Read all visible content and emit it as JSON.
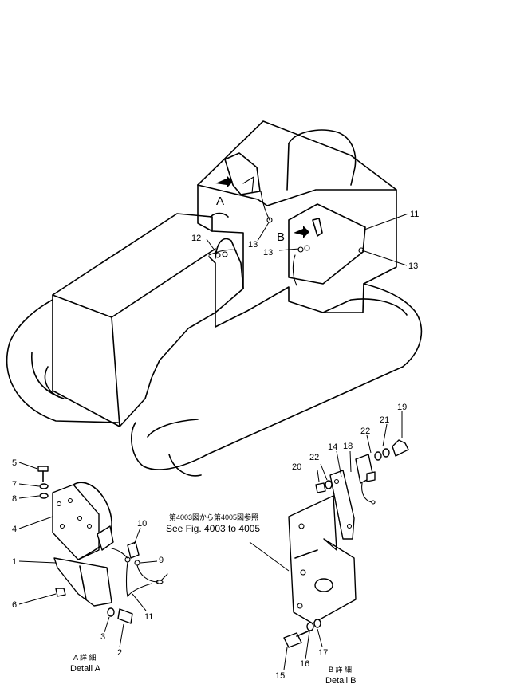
{
  "views": {
    "a_marker": "A",
    "b_marker": "B"
  },
  "callouts": {
    "c1": "1",
    "c2": "2",
    "c3": "3",
    "c4": "4",
    "c5": "5",
    "c6": "6",
    "c7": "7",
    "c8": "8",
    "c9": "9",
    "c10": "10",
    "c11_top": "11",
    "c11_detail": "11",
    "c12": "12",
    "c13_a": "13",
    "c13_b": "13",
    "c13_c": "13",
    "c14": "14",
    "c15": "15",
    "c16": "16",
    "c17": "17",
    "c18": "18",
    "c19": "19",
    "c20": "20",
    "c21": "21",
    "c22_a": "22",
    "c22_b": "22"
  },
  "detail_a": {
    "jp": "A 詳 細",
    "en": "Detail A"
  },
  "detail_b": {
    "jp": "B 詳 細",
    "en": "Detail B"
  },
  "reference": {
    "jp": "第4003図から第4005図参照",
    "en": "See Fig. 4003 to 4005"
  }
}
